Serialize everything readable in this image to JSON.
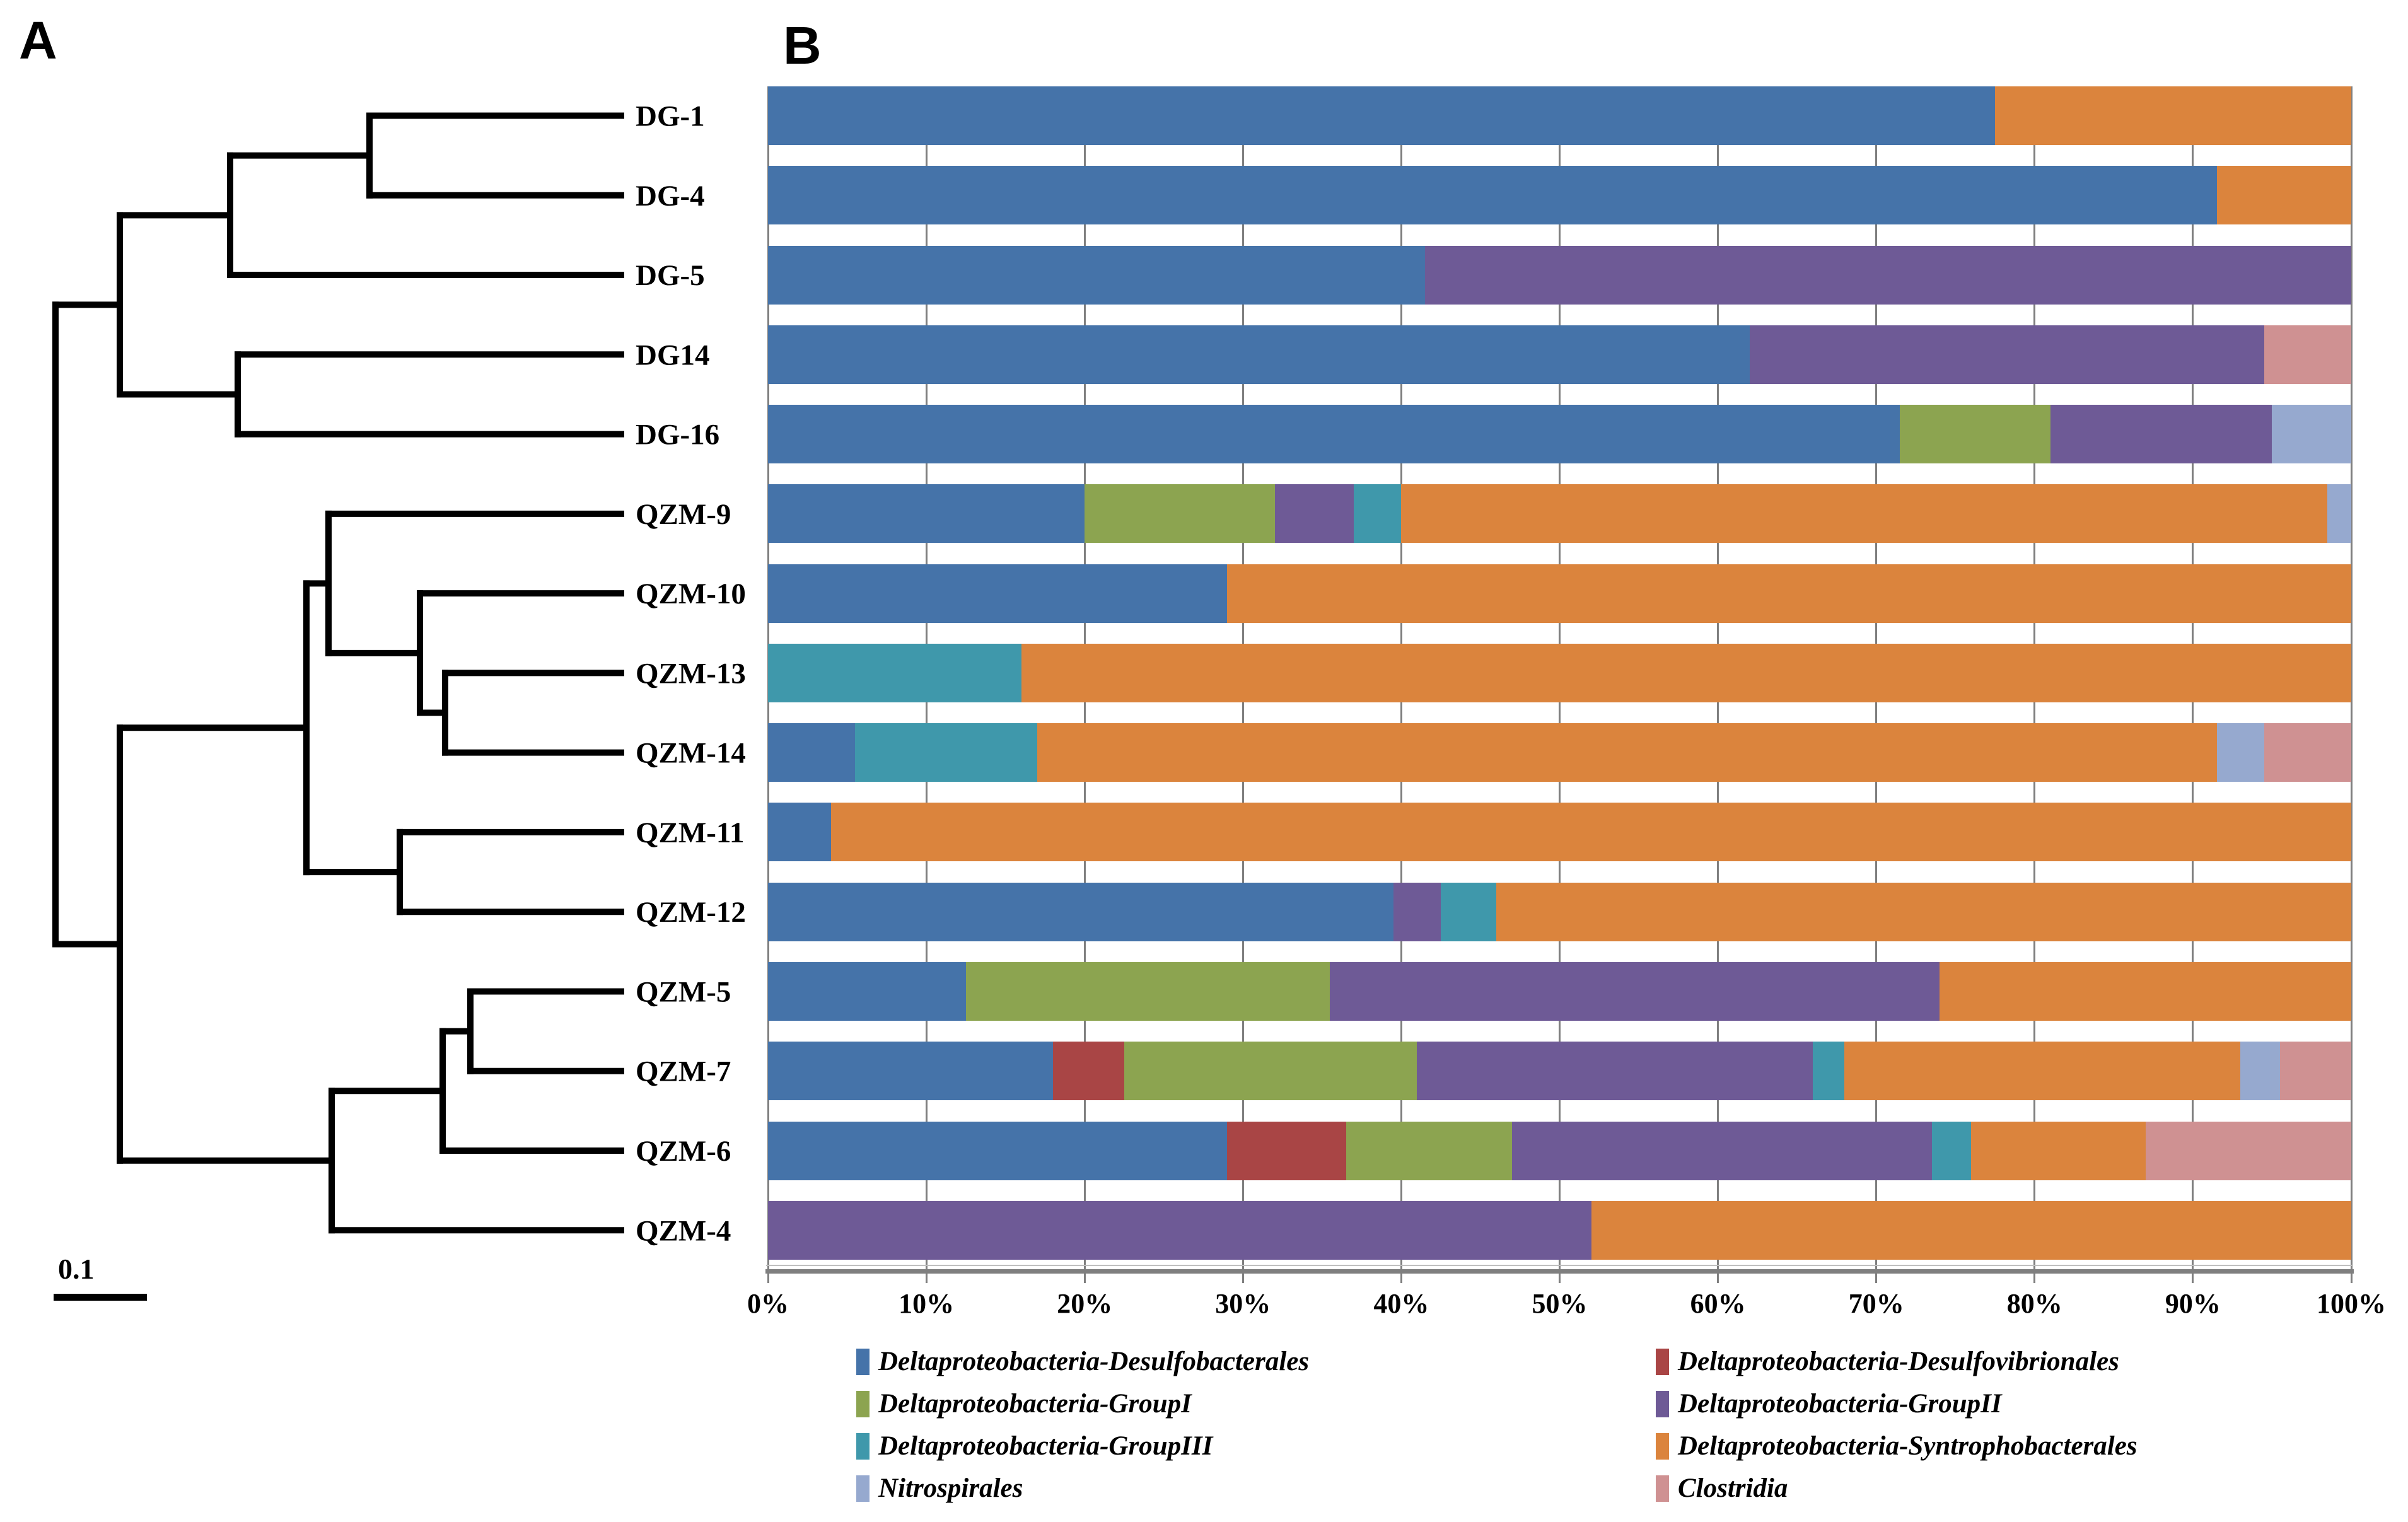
{
  "panel_a": {
    "label": "A",
    "scale_bar": {
      "label": "0.1"
    },
    "tree": {
      "x": 88,
      "children": [
        {
          "x": 190,
          "children": [
            {
              "x": 365,
              "children": [
                {
                  "x": 586,
                  "children": [
                    {
                      "leaf": 0
                    },
                    {
                      "leaf": 1
                    }
                  ]
                },
                {
                  "leaf": 2
                }
              ]
            },
            {
              "x": 377,
              "children": [
                {
                  "leaf": 3
                },
                {
                  "leaf": 4
                }
              ]
            }
          ]
        },
        {
          "x": 190,
          "children": [
            {
              "x": 486,
              "children": [
                {
                  "x": 521,
                  "children": [
                    {
                      "leaf": 5
                    },
                    {
                      "x": 666,
                      "children": [
                        {
                          "leaf": 6
                        },
                        {
                          "x": 706,
                          "children": [
                            {
                              "leaf": 7
                            },
                            {
                              "leaf": 8
                            }
                          ]
                        }
                      ]
                    }
                  ]
                },
                {
                  "x": 634,
                  "children": [
                    {
                      "leaf": 9
                    },
                    {
                      "leaf": 10
                    }
                  ]
                }
              ]
            },
            {
              "x": 526,
              "children": [
                {
                  "x": 702,
                  "children": [
                    {
                      "x": 746,
                      "children": [
                        {
                          "leaf": 11
                        },
                        {
                          "leaf": 12
                        }
                      ]
                    },
                    {
                      "leaf": 13
                    }
                  ]
                },
                {
                  "leaf": 14
                }
              ]
            }
          ]
        }
      ]
    }
  },
  "panel_b": {
    "label": "B"
  },
  "chart_data": {
    "type": "bar",
    "orientation": "horizontal-stacked",
    "categories": [
      "DG-1",
      "DG-4",
      "DG-5",
      "DG14",
      "DG-16",
      "QZM-9",
      "QZM-10",
      "QZM-13",
      "QZM-14",
      "QZM-11",
      "QZM-12",
      "QZM-5",
      "QZM-7",
      "QZM-6",
      "QZM-4"
    ],
    "series": [
      {
        "name": "Deltaproteobacteria-Desulfobacterales",
        "color": "#4573A9",
        "values": [
          77.5,
          91.5,
          41.5,
          62,
          71.5,
          20,
          29,
          0,
          5.5,
          4,
          39.5,
          12.5,
          18,
          29,
          0
        ]
      },
      {
        "name": "Deltaproteobacteria-Desulfovibrionales",
        "color": "#A94545",
        "values": [
          0,
          0,
          0,
          0,
          0,
          0,
          0,
          0,
          0,
          0,
          0,
          0,
          4.5,
          7.5,
          0
        ]
      },
      {
        "name": "Deltaproteobacteria-GroupI",
        "color": "#8CA450",
        "values": [
          0,
          0,
          0,
          0,
          9.5,
          12,
          0,
          0,
          0,
          0,
          0,
          23,
          18.5,
          10.5,
          0
        ]
      },
      {
        "name": "Deltaproteobacteria-GroupII",
        "color": "#6E5A96",
        "values": [
          0,
          0,
          58.5,
          32.5,
          14,
          5,
          0,
          0,
          0,
          0,
          3,
          38.5,
          25,
          26.5,
          52
        ]
      },
      {
        "name": "Deltaproteobacteria-GroupIII",
        "color": "#3F98AB",
        "values": [
          0,
          0,
          0,
          0,
          0,
          3,
          0,
          16,
          11.5,
          0,
          3.5,
          0,
          2,
          2.5,
          0
        ]
      },
      {
        "name": "Deltaproteobacteria-Syntrophobacterales",
        "color": "#DB843D",
        "values": [
          22.5,
          8.5,
          0,
          0,
          0,
          58.5,
          71,
          84,
          74.5,
          96,
          54,
          26,
          25,
          11,
          48
        ]
      },
      {
        "name": "Nitrospirales",
        "color": "#96A9CF",
        "values": [
          0,
          0,
          0,
          0,
          5,
          1.5,
          0,
          0,
          3,
          0,
          0,
          0,
          2.5,
          0,
          0
        ]
      },
      {
        "name": "Clostridia",
        "color": "#CF9192",
        "values": [
          0,
          0,
          0,
          5.5,
          0,
          0,
          0,
          0,
          5.5,
          0,
          0,
          0,
          4.5,
          13,
          0
        ]
      }
    ],
    "x_ticks": [
      "0%",
      "10%",
      "20%",
      "30%",
      "40%",
      "50%",
      "60%",
      "70%",
      "80%",
      "90%",
      "100%"
    ],
    "xlim": [
      0,
      100
    ],
    "grid": true,
    "legend_position": "bottom",
    "legend_columns": [
      [
        0,
        2,
        4,
        6
      ],
      [
        1,
        3,
        5,
        7
      ]
    ],
    "grid_color": "#7f7f7f",
    "axis_color": "#7f7f7f",
    "tree_line_color": "#000000"
  }
}
